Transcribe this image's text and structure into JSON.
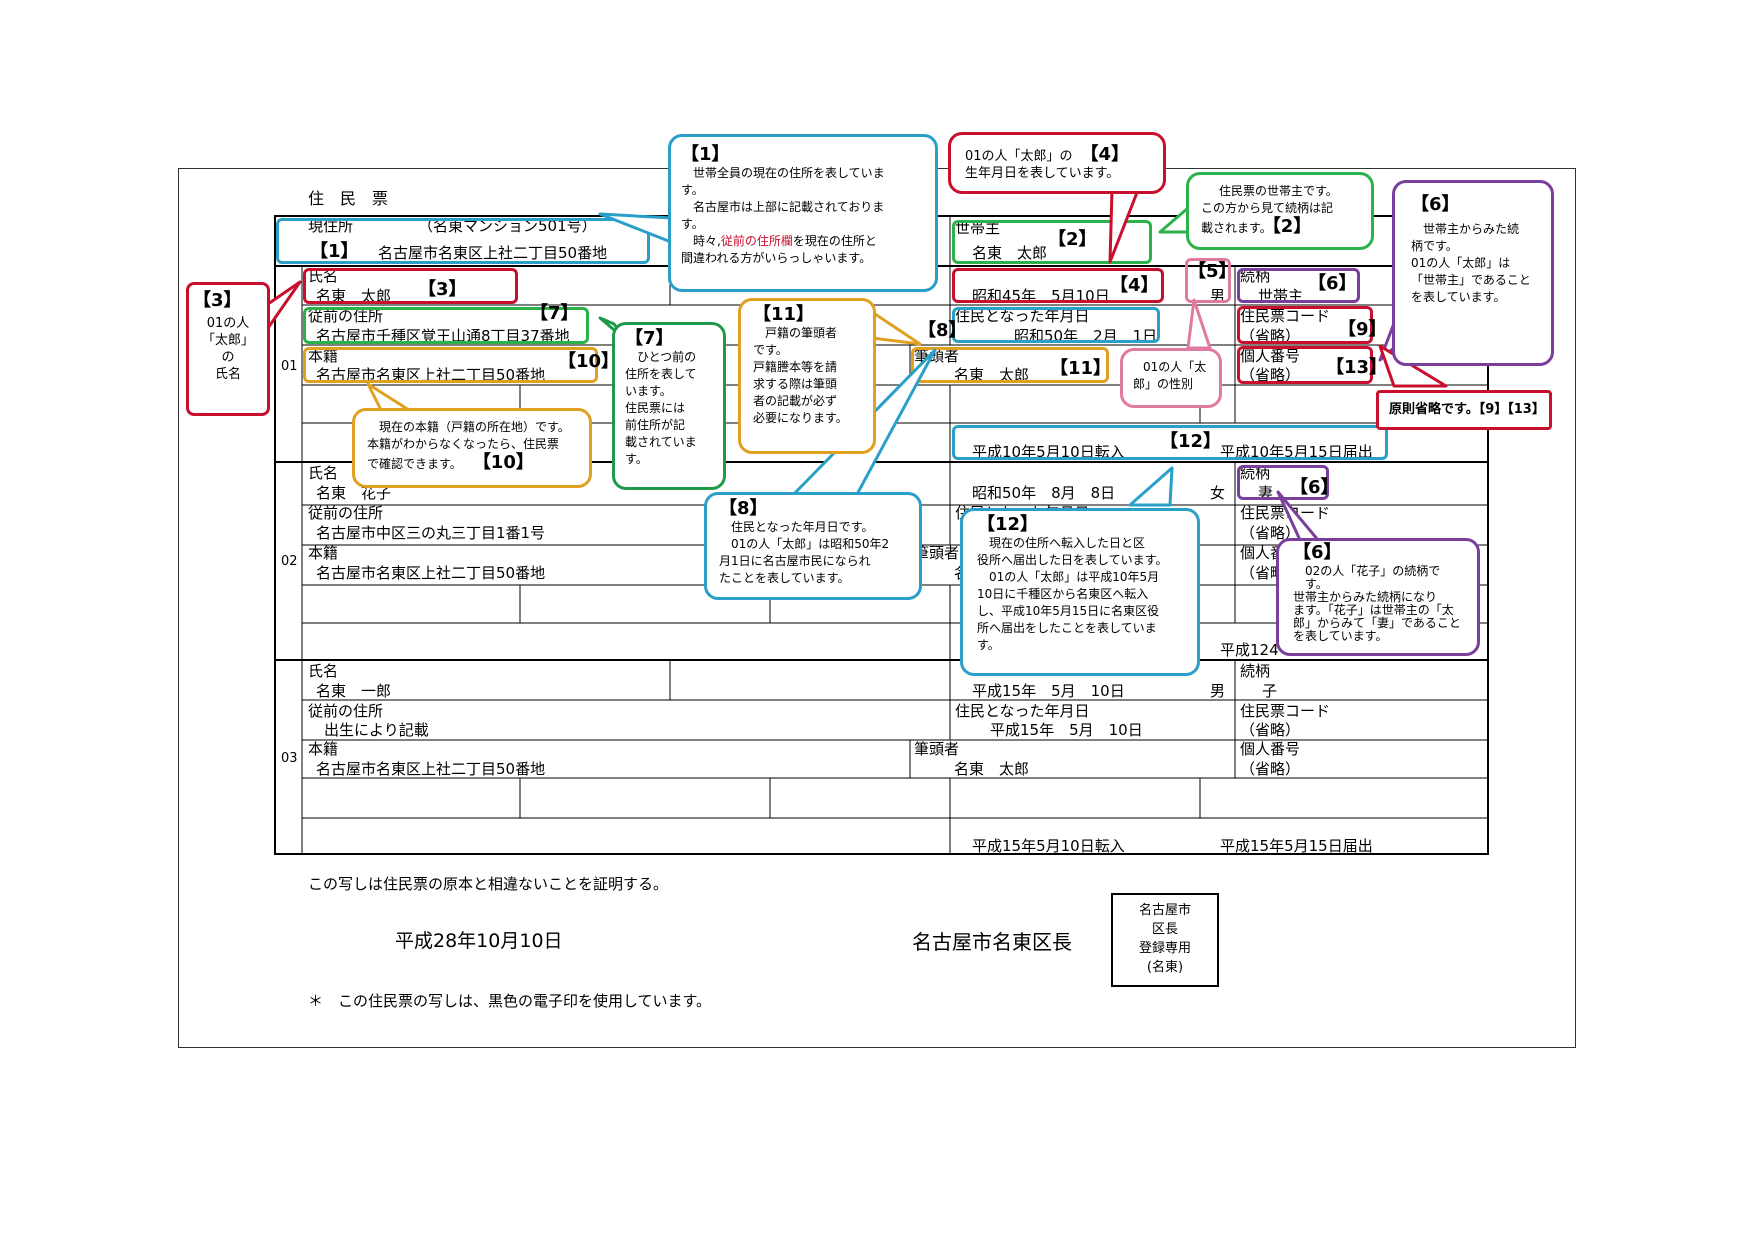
{
  "doc": {
    "title": "住　民　票",
    "address_label": "現住所",
    "address_building": "（名東マンション501号）",
    "address": "名古屋市名東区上社二丁目50番地",
    "head_label": "世帯主",
    "head_name": "名東　太郎",
    "certification": "この写しは住民票の原本と相違ないことを証明する。",
    "date": "平成28年10月10日",
    "issuer": "名古屋市名東区長",
    "seal": [
      "名古屋市",
      "区長",
      "登録専用",
      "(名東)"
    ],
    "footnote": "＊　この住民票の写しは、黒色の電子印を使用しています。"
  },
  "labels": {
    "name": "氏名",
    "prev_address": "従前の住所",
    "honseki": "本籍",
    "hittousha": "筆頭者",
    "resident_since": "住民となった年月日",
    "relation": "続柄",
    "resident_code": "住民票コード",
    "personal_number": "個人番号",
    "omitted": "（省略）"
  },
  "persons": [
    {
      "no": "01",
      "name": "名東　太郎",
      "dob": "昭和45年　5月10日",
      "sex": "男",
      "relation": "世帯主",
      "prev_address": "名古屋市千種区覚王山通8丁目37番地",
      "resident_since": "昭和50年　2月　1日",
      "honseki": "名古屋市名東区上社二丁目50番地",
      "hittousha": "名東　太郎",
      "moved_in": "平成10年5月10日転入",
      "notified": "平成10年5月15日届出"
    },
    {
      "no": "02",
      "name": "名東　花子",
      "dob": "昭和50年　8月　8日",
      "sex": "女",
      "relation": "妻",
      "prev_address": "名古屋市中区三の丸三丁目1番1号",
      "resident_since": "",
      "honseki": "名古屋市名東区上社二丁目50番地",
      "hittousha": "名",
      "moved_in": "",
      "notified": "平成124"
    },
    {
      "no": "03",
      "name": "名東　一郎",
      "dob": "平成15年　5月　10日",
      "sex": "男",
      "relation": "子",
      "prev_address": "出生により記載",
      "resident_since": "平成15年　5月　10日",
      "honseki": "名古屋市名東区上社二丁目50番地",
      "hittousha": "名東　太郎",
      "moved_in": "平成15年5月10日転入",
      "notified": "平成15年5月15日届出"
    }
  ],
  "markers": {
    "m1": "【1】",
    "m2": "【2】",
    "m3": "【3】",
    "m4": "【4】",
    "m5": "【5】",
    "m6": "【6】",
    "m7": "【7】",
    "m8": "【8】",
    "m9": "【9】",
    "m10": "【10】",
    "m11": "【11】",
    "m12": "【12】",
    "m13": "【13】"
  },
  "callouts": {
    "c1": {
      "num": "【1】",
      "lines": [
        "世帯全員の現在の住所を表していま",
        "す。",
        "名古屋市は上部に記載されておりま",
        "す。"
      ],
      "pre": "時々,",
      "hl": "従前の住所欄",
      "post": "を現在の住所と",
      "last": "間違われる方がいらっしゃいます。"
    },
    "c4": {
      "lines": [
        "01の人「太郎」の",
        "生年月日を表しています。"
      ],
      "num": "【4】"
    },
    "c2": {
      "lines": [
        "住民票の世帯主です。",
        "この方から見て続柄は記",
        "載されます。"
      ],
      "num": "【2】"
    },
    "c6a": {
      "num": "【6】",
      "lines": [
        "世帯主からみた続",
        "柄です。",
        "01の人「太郎」は",
        "「世帯主」であること",
        "を表しています。"
      ]
    },
    "c3": {
      "num": "【3】",
      "lines": [
        "01の人",
        "「太郎」",
        "の",
        "氏名"
      ]
    },
    "c11": {
      "num": "【11】",
      "lines": [
        "戸籍の筆頭者",
        "です。",
        "戸籍謄本等を請",
        "求する際は筆頭",
        "者の記載が必ず",
        "必要になります。"
      ]
    },
    "c5": {
      "lines": [
        "01の人「太",
        "郎」の性別"
      ]
    },
    "c9": {
      "text": "原則省略です。【9】【13】"
    },
    "c7": {
      "num": "【7】",
      "lines": [
        "ひとつ前の",
        "住所を表して",
        "います。",
        "住民票には",
        "前住所が記",
        "載されていま",
        "す。"
      ]
    },
    "c10": {
      "lines": [
        "現在の本籍（戸籍の所在地）です。",
        "本籍がわからなくなったら、住民票",
        "で確認できます。"
      ],
      "num": "【10】"
    },
    "c8": {
      "num": "【8】",
      "lines": [
        "住民となった年月日です。",
        "01の人「太郎」は昭和50年2",
        "月1日に名古屋市民になられ",
        "たことを表しています。"
      ]
    },
    "c12": {
      "num": "【12】",
      "lines": [
        "現在の住所へ転入した日と区",
        "役所へ届出した日を表しています。",
        "01の人「太郎」は平成10年5月",
        "10日に千種区から名東区へ転入",
        "し、平成10年5月15日に名東区役",
        "所へ届出をしたことを表していま",
        "す。"
      ]
    },
    "c6b": {
      "num": "【6】",
      "lines": [
        "02の人「花子」の続柄です。",
        "世帯主からみた続柄になり",
        "ます。「花子」は世帯主の「太",
        "郎」からみて「妻」であること",
        "を表しています。"
      ]
    }
  },
  "colors": {
    "blue": "#2aa0c8",
    "red": "#c8102e",
    "green": "#2bb24a",
    "darkgreen": "#1f9a4a",
    "orange": "#e0a020",
    "purple": "#7a3f9a",
    "pink": "#e07aa0"
  }
}
